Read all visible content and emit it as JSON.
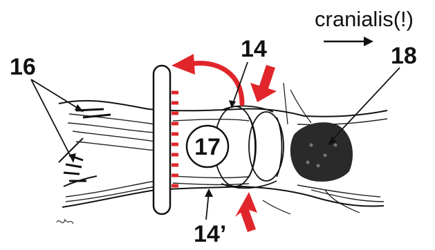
{
  "figure": {
    "labels": {
      "direction": "cranialis(!)",
      "label_14": "14",
      "label_14_prime": "14’",
      "label_16": "16",
      "label_17": "17",
      "label_18": "18"
    },
    "colors": {
      "accent_red": "#e0262a",
      "ink": "#111111",
      "background": "#ffffff"
    }
  }
}
